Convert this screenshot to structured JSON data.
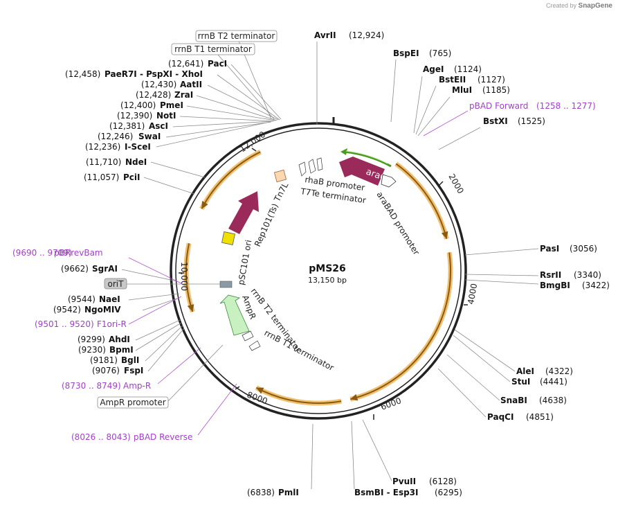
{
  "brand": {
    "created_by": "Created by",
    "product": "SnapGene"
  },
  "plasmid": {
    "name": "pMS26",
    "size": "13,150 bp"
  },
  "ticks": [
    "2000",
    "4000",
    "6000",
    "8000",
    "10,000",
    "12,000"
  ],
  "sites": [
    {
      "name": "AvrII",
      "pos": "(12,924)"
    },
    {
      "name": "BspEI",
      "pos": "(765)"
    },
    {
      "name": "AgeI",
      "pos": "(1124)"
    },
    {
      "name": "BstEII",
      "pos": "(1127)"
    },
    {
      "name": "MluI",
      "pos": "(1185)"
    },
    {
      "name": "BstXI",
      "pos": "(1525)"
    },
    {
      "name": "PasI",
      "pos": "(3056)"
    },
    {
      "name": "RsrII",
      "pos": "(3340)"
    },
    {
      "name": "BmgBI",
      "pos": "(3422)"
    },
    {
      "name": "AleI",
      "pos": "(4322)"
    },
    {
      "name": "StuI",
      "pos": "(4441)"
    },
    {
      "name": "SnaBI",
      "pos": "(4638)"
    },
    {
      "name": "PaqCI",
      "pos": "(4851)"
    },
    {
      "name": "PvuII",
      "pos": "(6128)"
    },
    {
      "name": "BsmBI - Esp3I",
      "pos": "(6295)"
    },
    {
      "name": "PmlI",
      "pos": "(6838)"
    },
    {
      "name": "FspI",
      "pos": "(9076)"
    },
    {
      "name": "BglI",
      "pos": "(9181)"
    },
    {
      "name": "BpmI",
      "pos": "(9230)"
    },
    {
      "name": "AhdI",
      "pos": "(9299)"
    },
    {
      "name": "NgoMIV",
      "pos": "(9542)"
    },
    {
      "name": "NaeI",
      "pos": "(9544)"
    },
    {
      "name": "SgrAI",
      "pos": "(9662)"
    },
    {
      "name": "PciI",
      "pos": "(11,057)"
    },
    {
      "name": "NdeI",
      "pos": "(11,710)"
    },
    {
      "name": "I-SceI",
      "pos": "(12,236)"
    },
    {
      "name": "SwaI",
      "pos": "(12,246)"
    },
    {
      "name": "AscI",
      "pos": "(12,381)"
    },
    {
      "name": "NotI",
      "pos": "(12,390)"
    },
    {
      "name": "PmeI",
      "pos": "(12,400)"
    },
    {
      "name": "ZraI",
      "pos": "(12,428)"
    },
    {
      "name": "AatII",
      "pos": "(12,430)"
    },
    {
      "name": "PaeR7I - PspXI - XhoI",
      "pos": "(12,458)"
    },
    {
      "name": "PacI",
      "pos": "(12,641)"
    }
  ],
  "primers": [
    {
      "name": "pBAD Forward",
      "range": "(1258 .. 1277)"
    },
    {
      "name": "pBRrevBam",
      "range": "(9690 .. 9709)"
    },
    {
      "name": "F1ori-R",
      "range": "(9501 .. 9520)"
    },
    {
      "name": "Amp-R",
      "range": "(8730 .. 8749)"
    },
    {
      "name": "pBAD Reverse",
      "range": "(8026 .. 8043)"
    }
  ],
  "boxed_features": [
    "rrnB T2 terminator",
    "rrnB T1 terminator",
    "oriT",
    "AmpR promoter"
  ],
  "features": {
    "araC": "araC",
    "araBAD_promoter": "araBAD promoter",
    "rhaB_promoter": "rhaB promoter",
    "T7Te_terminator": "T7Te terminator",
    "Tn7L": "Tn7L",
    "Rep101": "Rep101(Ts)",
    "pSC101_ori": "pSC101 ori",
    "AmpR": "AmpR",
    "rrnB_T2": "rrnB T2 terminator",
    "rrnB_T1": "rrnB T1 terminator"
  },
  "colors": {
    "backbone": "#222222",
    "orf": "#f0c070",
    "orf_arrow": "#8a5a10",
    "araC": "#9a2a5a",
    "rep": "#9a2a5a",
    "ori": "#f0e000",
    "ampr": "#c8f0c0",
    "tn7": "#fcd8b0",
    "green_arc": "#4a9a20",
    "primer": "#a040c8"
  }
}
